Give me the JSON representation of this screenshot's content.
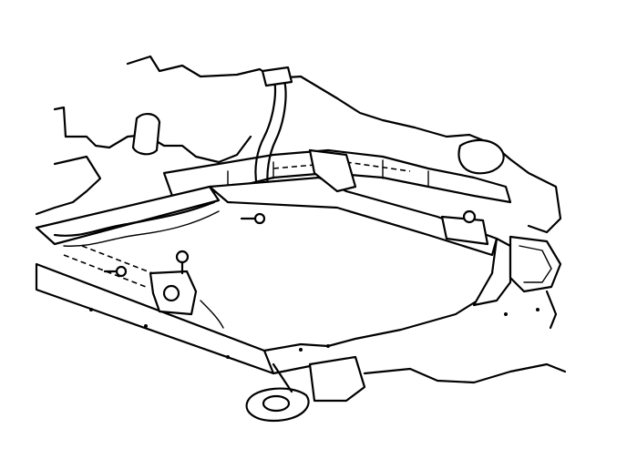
{
  "figure": {
    "kind": "line-drawing",
    "subject": "",
    "colors": {
      "ink": "#000000",
      "paper": "#ffffff"
    },
    "parts": [
      "frame-rail-front",
      "frame-rail-left",
      "frame-rail-right",
      "frame-rail-rear",
      "steering-gear-assembly",
      "tie-rod-boot-left",
      "tie-rod-boot-right",
      "crossmember",
      "engine-mount-bracket",
      "mount-bolt-left",
      "mount-bolt-center",
      "mount-bolt-right",
      "body-mount-pad"
    ]
  }
}
